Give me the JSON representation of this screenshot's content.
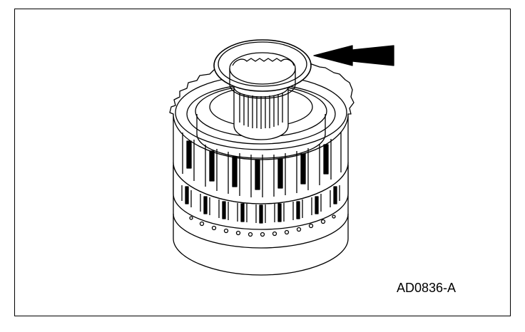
{
  "figure": {
    "code": "AD0836-A",
    "line_color": "#000000",
    "background_color": "#ffffff",
    "callout_arrow": "points-left-at-thrust-washer",
    "subject": "clutch-drum-assembly-with-thrust-washer"
  }
}
